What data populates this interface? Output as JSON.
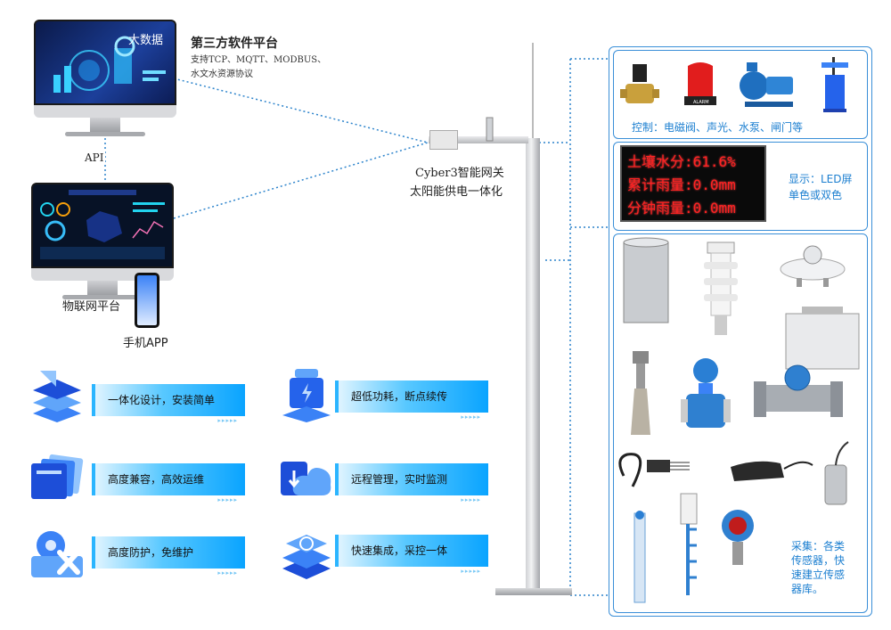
{
  "platform": {
    "title": "第三方软件平台",
    "desc_line1": "支持TCP、MQTT、MODBUS、",
    "desc_line2": "水文水资源协议",
    "screen_label": "大数据",
    "api_label": "API",
    "iot_label": "物联网平台",
    "app_label": "手机APP"
  },
  "gateway": {
    "line1": "Cyber3智能网关",
    "line2": "太阳能供电一体化"
  },
  "features": [
    {
      "label": "一体化设计，安装简单",
      "icon": "layers-icon"
    },
    {
      "label": "超低功耗，断点续传",
      "icon": "battery-icon"
    },
    {
      "label": "高度兼容，高效运维",
      "icon": "cards-icon"
    },
    {
      "label": "远程管理，实时监测",
      "icon": "cloud-download-icon"
    },
    {
      "label": "高度防护，免维护",
      "icon": "gear-wrench-icon"
    },
    {
      "label": "快速集成，采控一体",
      "icon": "integration-icon"
    }
  ],
  "panel": {
    "control_caption": "控制：电磁阀、声光、水泵、闸门等",
    "display_caption_line1": "显示：LED屏",
    "display_caption_line2": "单色或双色",
    "led_lines": [
      "土壤水分:61.6%",
      "累计雨量:0.0mm",
      "分钟雨量:0.0mm"
    ],
    "collect_caption_line1": "采集：各类",
    "collect_caption_line2": "传感器，快",
    "collect_caption_line3": "速建立传感",
    "collect_caption_line4": "器库。"
  },
  "colors": {
    "accent": "#2d84cc",
    "led_red": "#ff2222",
    "feature_blue": "#0aa4ff"
  }
}
